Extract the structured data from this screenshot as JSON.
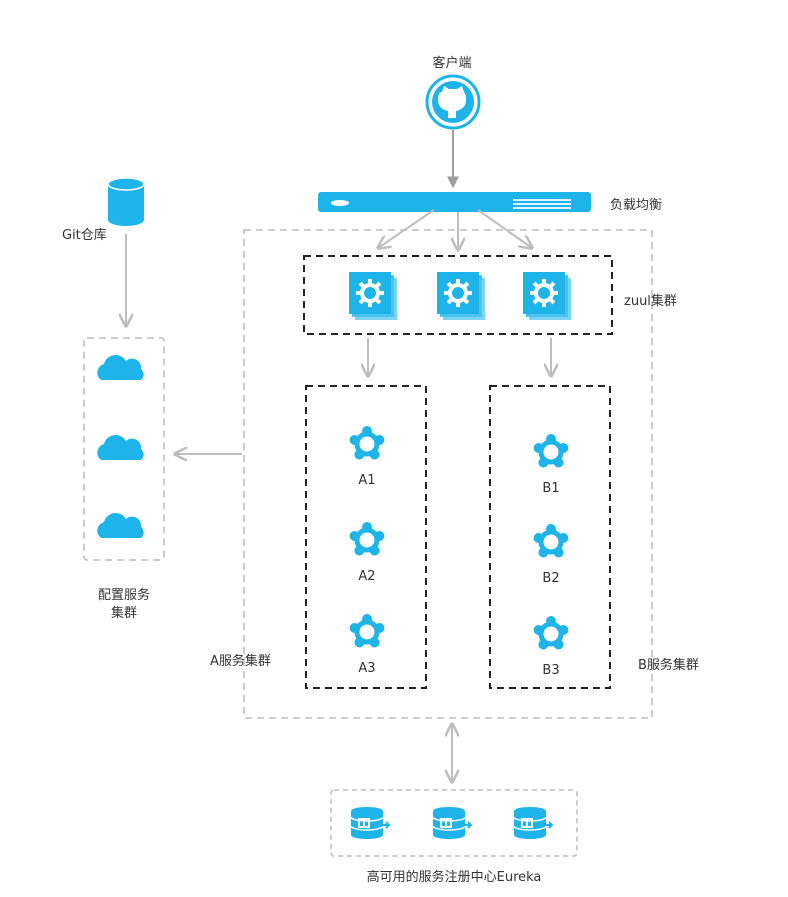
{
  "labels": {
    "client": "客户端",
    "load_balancer": "负载均衡",
    "git_repo": "Git仓库",
    "zuul_cluster": "zuul集群",
    "config_cluster_line1": "配置服务",
    "config_cluster_line2": "集群",
    "a_cluster": "A服务集群",
    "b_cluster": "B服务集群",
    "eureka": "高可用的服务注册中心Eureka",
    "a_services": [
      "A1",
      "A2",
      "A3"
    ],
    "b_services": [
      "B1",
      "B2",
      "B3"
    ]
  },
  "colors": {
    "accent": "#1EB4EA",
    "arrow": "#BDBDBD",
    "dashed_dark": "#222222",
    "dashed_light": "#BBBBBB"
  }
}
